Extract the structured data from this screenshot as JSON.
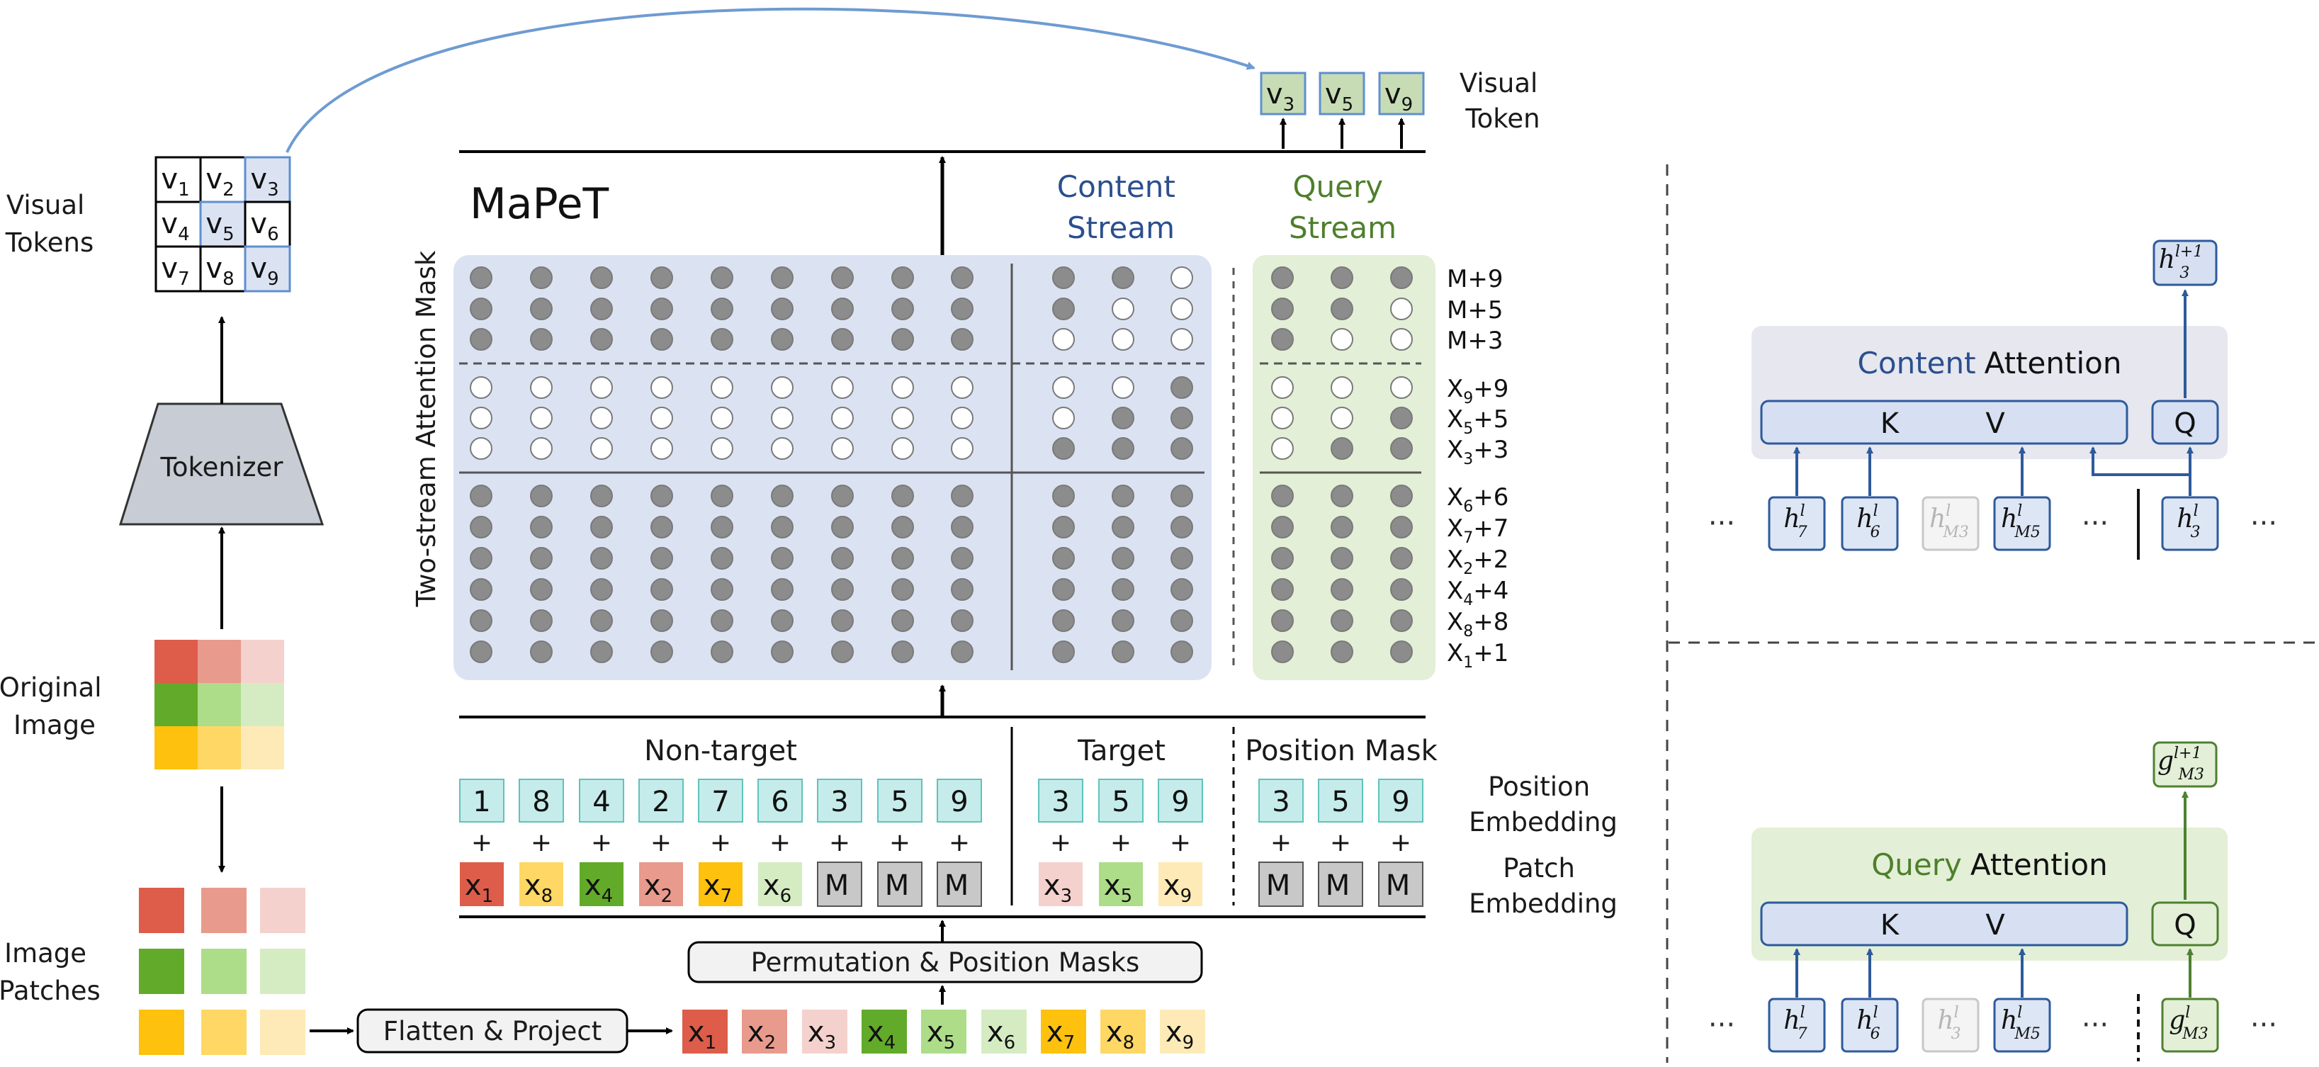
{
  "title": "MaPeT",
  "streams": {
    "content_label": [
      "Content",
      "Stream"
    ],
    "query_label": [
      "Query",
      "Stream"
    ]
  },
  "colors": {
    "content_blue": "#2b4f8e",
    "query_green": "#4e7f2c",
    "content_bg": "#dbe3f3",
    "query_bg": "#e3efd6",
    "dot_filled": "#8c8c8c",
    "arrow_blue": "#2e5a9c",
    "arrow_green": "#4f8030",
    "curve_blue": "#6e9bd1"
  },
  "left": {
    "visual_tokens_label": [
      "Visual",
      "Tokens"
    ],
    "tokenizer_label": "Tokenizer",
    "original_image_label": [
      "Original",
      "Image"
    ],
    "image_patches_label": [
      "Image",
      "Patches"
    ],
    "flatten_label": "Flatten & Project",
    "grid_tokens": [
      [
        "v",
        "1"
      ],
      [
        "v",
        "2"
      ],
      [
        "v",
        "3"
      ],
      [
        "v",
        "4"
      ],
      [
        "v",
        "5"
      ],
      [
        "v",
        "6"
      ],
      [
        "v",
        "7"
      ],
      [
        "v",
        "8"
      ],
      [
        "v",
        "9"
      ]
    ],
    "grid_highlight": [
      false,
      false,
      true,
      false,
      true,
      false,
      false,
      false,
      true
    ],
    "patch_colors": [
      "#dd5d4a",
      "#e89a8d",
      "#f5d1cd",
      "#62aa2a",
      "#addd88",
      "#d5ecc3",
      "#fdc10e",
      "#fed764",
      "#feeab6"
    ]
  },
  "output": {
    "label": [
      "Visual",
      "Token"
    ],
    "tokens": [
      [
        "v",
        "3"
      ],
      [
        "v",
        "5"
      ],
      [
        "v",
        "9"
      ]
    ]
  },
  "mask": {
    "axis_label": "Two-stream Attention Mask",
    "row_labels": [
      [
        "M",
        "+9"
      ],
      [
        "M",
        "+5"
      ],
      [
        "M",
        "+3"
      ],
      [
        "X",
        "9",
        "+9"
      ],
      [
        "X",
        "5",
        "+5"
      ],
      [
        "X",
        "3",
        "+3"
      ],
      [
        "X",
        "6",
        "+6"
      ],
      [
        "X",
        "7",
        "+7"
      ],
      [
        "X",
        "2",
        "+2"
      ],
      [
        "X",
        "4",
        "+4"
      ],
      [
        "X",
        "8",
        "+8"
      ],
      [
        "X",
        "1",
        "+1"
      ]
    ],
    "content_pattern": [
      "111111111110",
      "111111111100",
      "111111111000",
      "000000000001",
      "000000000011",
      "000000000111",
      "111111111111",
      "111111111111",
      "111111111111",
      "111111111111",
      "111111111111",
      "111111111111"
    ],
    "query_pattern": [
      "111",
      "110",
      "100",
      "000",
      "001",
      "011",
      "111",
      "111",
      "111",
      "111",
      "111",
      "111"
    ]
  },
  "inputs": {
    "non_target_label": "Non-target",
    "target_label": "Target",
    "position_mask_label": "Position Mask",
    "position_embedding_label": [
      "Position",
      "Embedding"
    ],
    "patch_embedding_label": [
      "Patch",
      "Embedding"
    ],
    "plus": "+",
    "positions": [
      "1",
      "8",
      "4",
      "2",
      "7",
      "6",
      "3",
      "5",
      "9",
      "3",
      "5",
      "9",
      "3",
      "5",
      "9"
    ],
    "patches": [
      [
        "x",
        "1"
      ],
      [
        "x",
        "8"
      ],
      [
        "x",
        "4"
      ],
      [
        "x",
        "2"
      ],
      [
        "x",
        "7"
      ],
      [
        "x",
        "6"
      ],
      [
        "M",
        ""
      ],
      [
        "M",
        ""
      ],
      [
        "M",
        ""
      ],
      [
        "x",
        "3"
      ],
      [
        "x",
        "5"
      ],
      [
        "x",
        "9"
      ],
      [
        "M",
        ""
      ],
      [
        "M",
        ""
      ],
      [
        "M",
        ""
      ]
    ],
    "patch_fill": [
      "#dd5d4a",
      "#fed764",
      "#62aa2a",
      "#e89a8d",
      "#fdc10e",
      "#d5ecc3",
      "#c8c8c8",
      "#c8c8c8",
      "#c8c8c8",
      "#f5d1cd",
      "#addd88",
      "#feeab6",
      "#c8c8c8",
      "#c8c8c8",
      "#c8c8c8"
    ]
  },
  "permutation": {
    "label": "Permutation & Position Masks",
    "tokens": [
      [
        "x",
        "1"
      ],
      [
        "x",
        "2"
      ],
      [
        "x",
        "3"
      ],
      [
        "x",
        "4"
      ],
      [
        "x",
        "5"
      ],
      [
        "x",
        "6"
      ],
      [
        "x",
        "7"
      ],
      [
        "x",
        "8"
      ],
      [
        "x",
        "9"
      ]
    ],
    "fills": [
      "#dd5d4a",
      "#e89a8d",
      "#f5d1cd",
      "#62aa2a",
      "#addd88",
      "#d5ecc3",
      "#fdc10e",
      "#fed764",
      "#feeab6"
    ]
  },
  "content_attention": {
    "title_color_word": "Content",
    "title_rest": "Attention",
    "k": "K",
    "v": "V",
    "q": "Q",
    "output": {
      "base": "h",
      "sub": "3",
      "sup": "l+1"
    },
    "inputs": [
      {
        "base": "h",
        "sub": "7",
        "sup": "l",
        "faded": false
      },
      {
        "base": "h",
        "sub": "6",
        "sup": "l",
        "faded": false
      },
      {
        "base": "h",
        "sub": "M3",
        "sup": "l",
        "faded": true
      },
      {
        "base": "h",
        "sub": "M5",
        "sup": "l",
        "faded": false
      }
    ],
    "query_input": {
      "base": "h",
      "sub": "3",
      "sup": "l"
    },
    "ellipsis": "···"
  },
  "query_attention": {
    "title_color_word": "Query",
    "title_rest": "Attention",
    "k": "K",
    "v": "V",
    "q": "Q",
    "output": {
      "base": "g",
      "sub": "M3",
      "sup": "l+1"
    },
    "inputs": [
      {
        "base": "h",
        "sub": "7",
        "sup": "l",
        "faded": false
      },
      {
        "base": "h",
        "sub": "6",
        "sup": "l",
        "faded": false
      },
      {
        "base": "h",
        "sub": "3",
        "sup": "l",
        "faded": true
      },
      {
        "base": "h",
        "sub": "M5",
        "sup": "l",
        "faded": false
      }
    ],
    "query_input": {
      "base": "g",
      "sub": "M3",
      "sup": "l"
    },
    "ellipsis": "···"
  }
}
